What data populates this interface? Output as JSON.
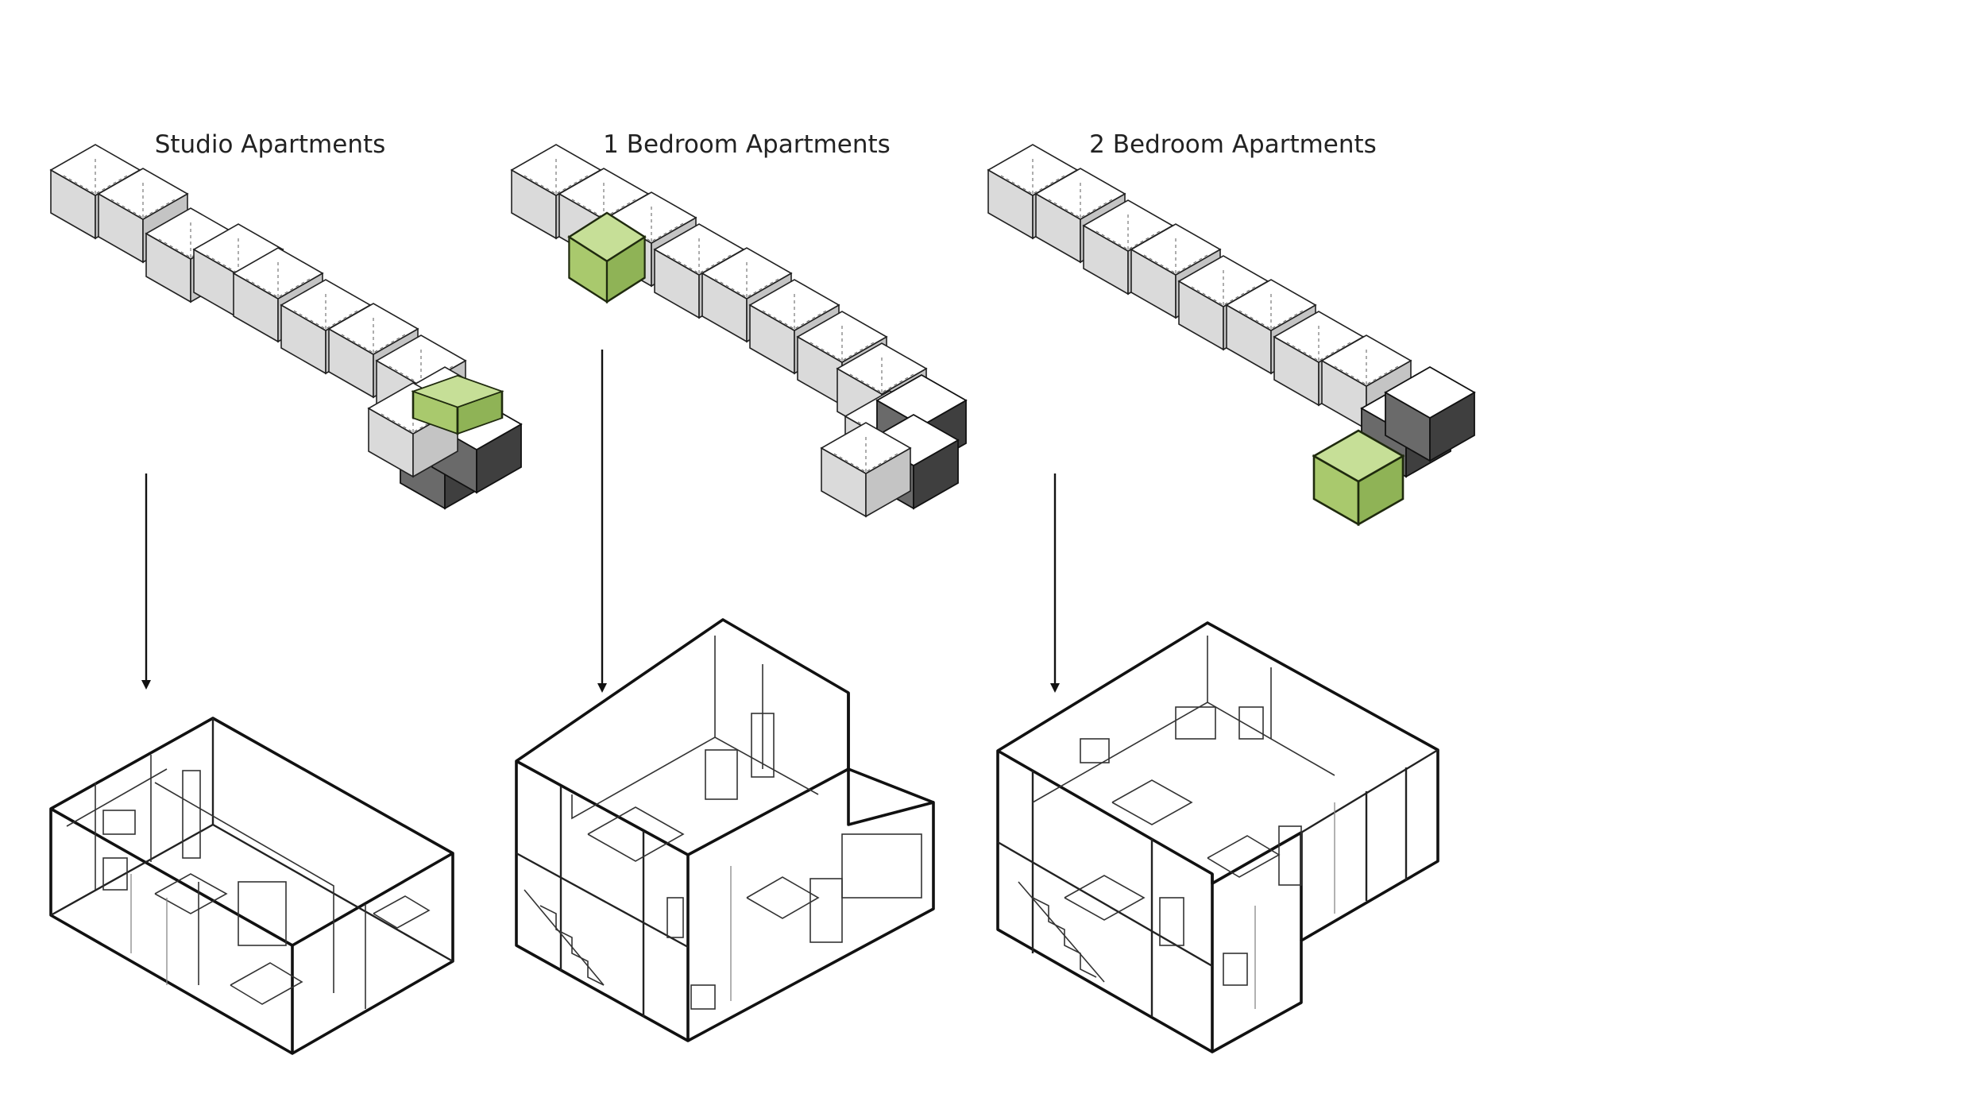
{
  "titles": {
    "studio": "Studio Apartments",
    "one_bedroom": "1 Bedroom Apartments",
    "two_bedroom": "2 Bedroom Apartments"
  },
  "colors": {
    "highlight": "#b4d27d",
    "highlight_stroke": "#1f2a0e",
    "mass_top": "#ffffff",
    "mass_left": "#dadada",
    "mass_right": "#c2c2c2",
    "mass_dark": "#4a4a4a",
    "line": "#111111",
    "title": "#222222"
  },
  "diagrams": [
    {
      "id": "studio",
      "highlight": "green box at right end of building mass",
      "arrow": "down to unit axonometric"
    },
    {
      "id": "one_bedroom",
      "highlight": "green two-level unit at left end of building mass",
      "arrow": "down to unit axonometric"
    },
    {
      "id": "two_bedroom",
      "highlight": "green two-level unit at right end of building mass",
      "arrow": "down to unit axonometric"
    }
  ]
}
